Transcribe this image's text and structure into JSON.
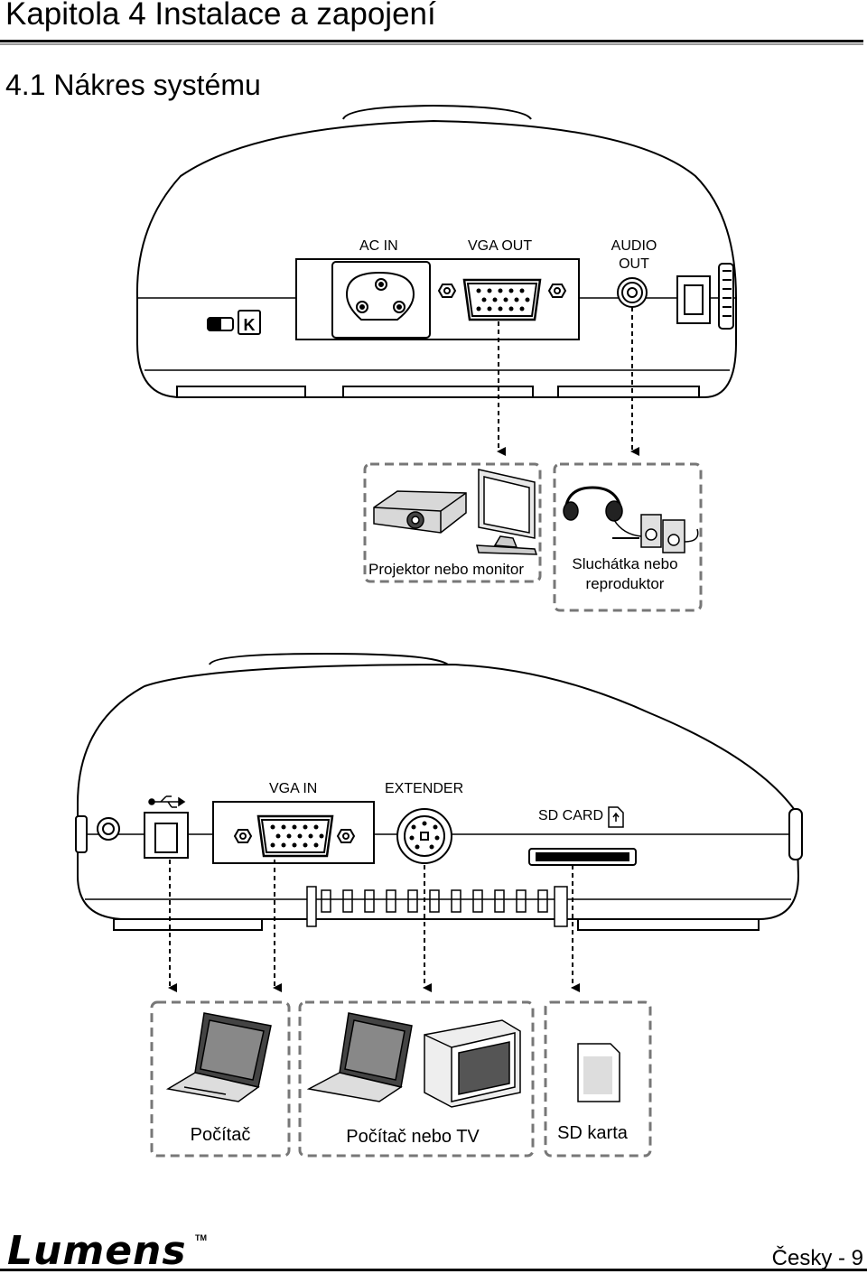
{
  "header": {
    "chapter_title": "Kapitola 4 Instalace a zapojení",
    "section_title": "4.1 Nákres systému"
  },
  "top_device": {
    "ports": {
      "ac_in": "AC IN",
      "vga_out": "VGA OUT",
      "audio_out_line1": "AUDIO",
      "audio_out_line2": "OUT"
    },
    "targets": {
      "projector_monitor": "Projektor nebo monitor",
      "audio_line1": "Sluchátka nebo",
      "audio_line2": "reproduktor"
    }
  },
  "bottom_device": {
    "ports": {
      "vga_in": "VGA IN",
      "extender": "EXTENDER",
      "sd_card": "SD CARD"
    },
    "targets": {
      "computer": "Počítač",
      "computer_or_tv": "Počítač nebo TV",
      "sd_card": "SD karta"
    }
  },
  "footer": {
    "logo": "Lumens",
    "trademark": "TM",
    "page_label": "Česky  -  9"
  }
}
